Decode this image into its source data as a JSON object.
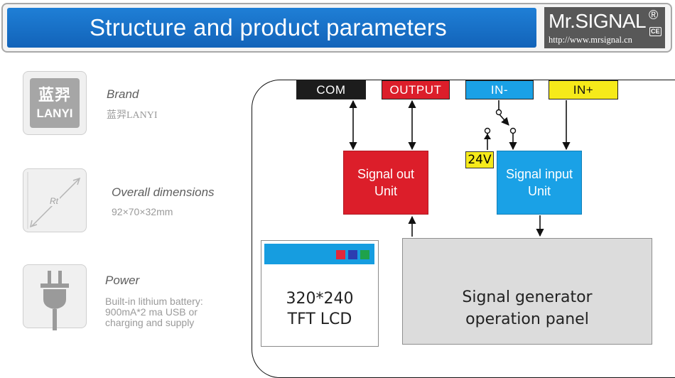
{
  "header": {
    "title": "Structure and product parameters",
    "logo": {
      "name": "Mr.SIGNAL",
      "registered": "®",
      "ce": "CE",
      "url": "http://www.mrsignal.cn"
    }
  },
  "specs": [
    {
      "title": "Brand",
      "value": "蓝羿LANYI",
      "icon": "brand-logo-icon",
      "icon_text_cn": "蓝羿",
      "icon_text_en": "LANYI"
    },
    {
      "title": "Overall dimensions",
      "value": "92×70×32mm",
      "icon": "dimensions-ruler-icon",
      "icon_label": "Rt"
    },
    {
      "title": "Power",
      "value_lines": [
        "Built-in lithium battery:",
        "900mA*2 ma USB or",
        "charging and supply"
      ],
      "icon": "power-plug-icon"
    }
  ],
  "diagram": {
    "ports": {
      "com": "COM",
      "output": "OUTPUT",
      "in_minus": "IN-",
      "in_plus": "IN+"
    },
    "signal_out_unit": [
      "Signal out",
      "Unit"
    ],
    "signal_input_unit": [
      "Signal input",
      "Unit"
    ],
    "voltage_label": "24V",
    "lcd": [
      "320*240",
      "TFT LCD"
    ],
    "panel": [
      "Signal generator",
      "operation panel"
    ]
  },
  "colors": {
    "banner_blue": "#1668c4",
    "logo_gray": "#585858",
    "port_black": "#1c1c1c",
    "port_red": "#dc1e2a",
    "port_blue": "#1aa1e6",
    "port_yellow": "#f6ea1a",
    "unit_red": "#dc1e2a",
    "unit_blue": "#1aa1e6",
    "panel_gray": "#dcdcdc",
    "lcd_squares": [
      "#e2283a",
      "#2c3db0",
      "#1fa24a"
    ]
  }
}
